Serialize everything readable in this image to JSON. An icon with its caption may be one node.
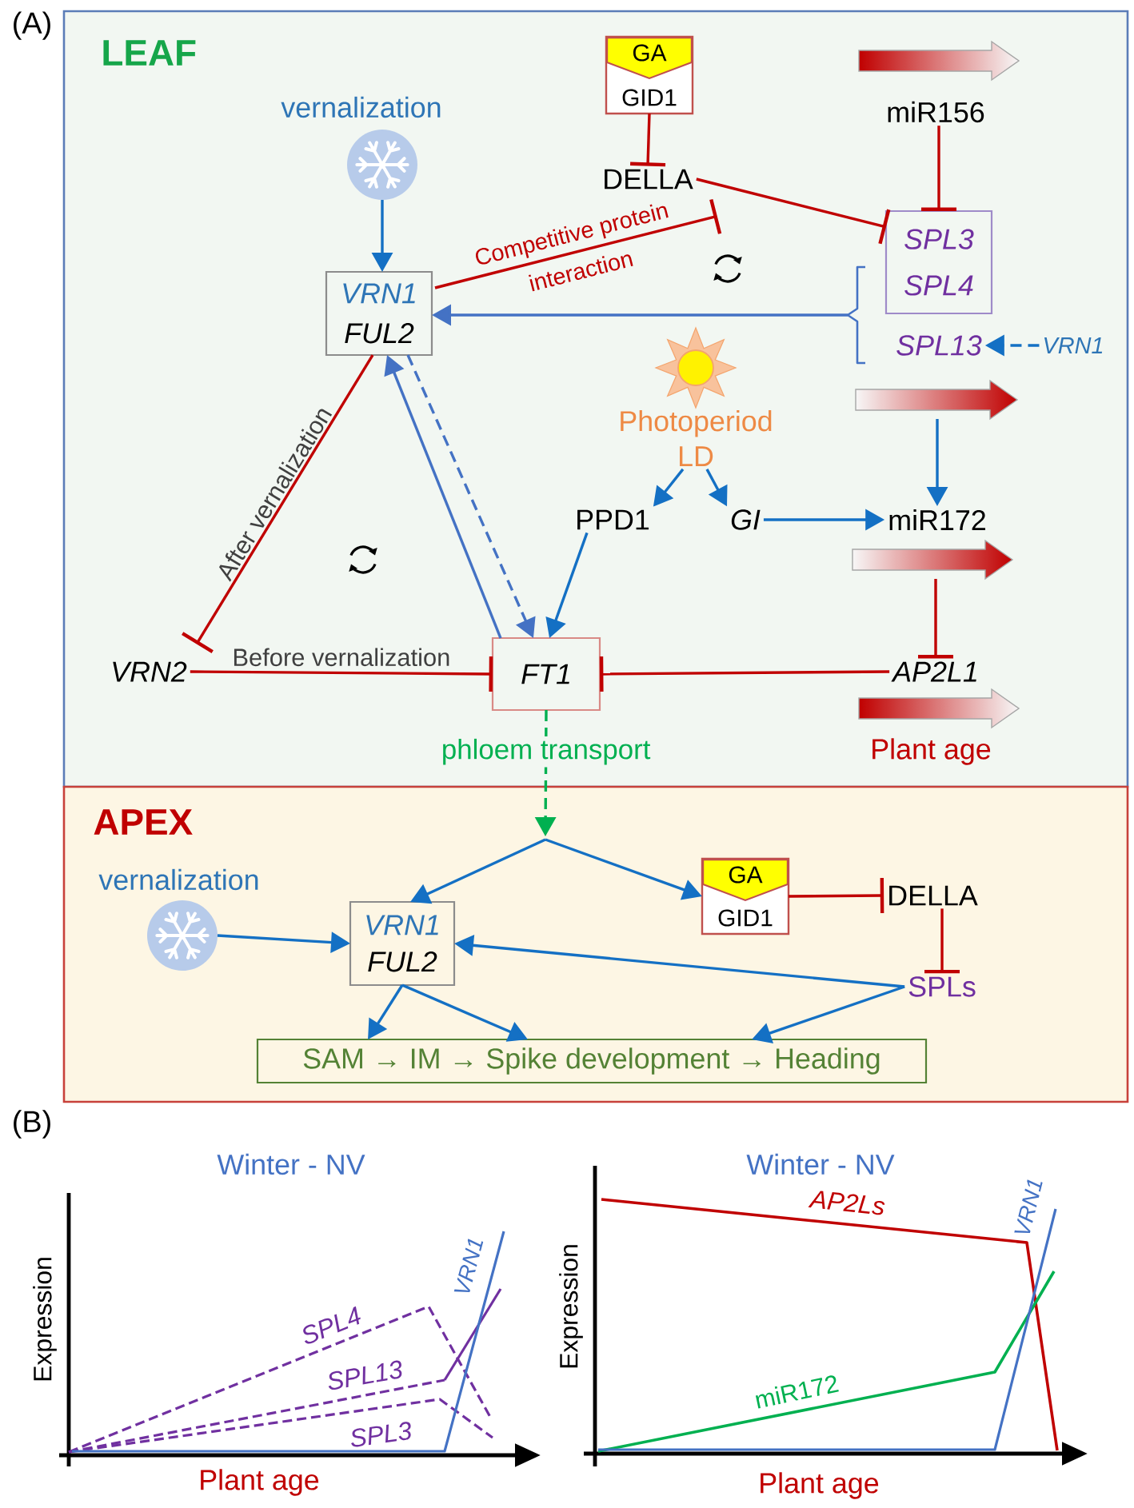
{
  "diagram": {
    "nodes": [
      {
        "text": [
          "LEAF"
        ]
      },
      {
        "text": [
          "GA",
          "GID1"
        ],
        "in": 0
      },
      {
        "text": [],
        "shape": "arrow",
        "in": 0
      },
      {
        "text": [
          "vernalization"
        ],
        "in": 0
      },
      {
        "text": [
          "miR156"
        ],
        "in": 0
      },
      {
        "text": [
          "DELLA"
        ],
        "in": 0
      },
      {
        "text": [
          "SPL3",
          "SPL4"
        ],
        "in": 0
      },
      {
        "text": [
          "VRN1",
          "FUL2"
        ],
        "in": 0
      },
      {
        "text": [
          "SPL13"
        ],
        "in": 0
      },
      {
        "text": [
          "VRN1"
        ],
        "in": 0
      },
      {
        "text": [
          "Photoperiod LD"
        ],
        "in": 0
      },
      {
        "text": [],
        "shape": "arrow",
        "in": 0
      },
      {
        "text": [
          "PPD1"
        ],
        "in": 0
      },
      {
        "text": [
          "GI"
        ],
        "in": 0
      },
      {
        "text": [
          "miR172"
        ],
        "in": 0
      },
      {
        "text": [],
        "shape": "arrow",
        "in": 0
      },
      {
        "text": [
          "VRN2"
        ],
        "in": 0
      },
      {
        "text": [
          "FT1"
        ],
        "in": 0
      },
      {
        "text": [
          "AP2L1"
        ],
        "in": 0
      },
      {
        "text": [],
        "shape": "arrow",
        "beside": [
          "Plant age"
        ],
        "in": 0
      },
      {
        "text": [
          "APEX"
        ]
      },
      {
        "text": [
          "vernalization"
        ],
        "in": 20
      },
      {
        "text": [
          "GA",
          "GID1"
        ],
        "in": 20
      },
      {
        "text": [
          "DELLA"
        ],
        "in": 20
      },
      {
        "text": [
          "VRN1",
          "FUL2"
        ],
        "in": 20
      },
      {
        "text": [
          "SPLs"
        ],
        "in": 20
      },
      {
        "text": [
          "SAM → IM → Spike development → Heading"
        ],
        "in": 20
      },
      {
        "text": [],
        "shape": "bracket",
        "in": 0
      }
    ],
    "edges": [
      {
        "from": 3,
        "to": 7,
        "arrow": "to"
      },
      {
        "from": 1,
        "to": 5,
        "arrow": "other",
        "color": "#c00000"
      },
      {
        "from": 5,
        "to": 6,
        "arrow": "other",
        "color": "#c00000"
      },
      {
        "from": 4,
        "to": 6,
        "arrow": "other",
        "color": "#c00000"
      },
      {
        "from": 7,
        "to": 5,
        "arrow": "other",
        "label": "Competitive protein interaction",
        "color": "#c00000"
      },
      {
        "from": 27,
        "to": 7,
        "arrow": "to",
        "color": "#4472c4"
      },
      {
        "from": 25,
        "to": 26,
        "arrow": "to"
      },
      {
        "from": 9,
        "to": 8,
        "arrow": "to",
        "style": "dashed"
      },
      {
        "from": 11,
        "to": 14,
        "arrow": "to"
      },
      {
        "from": 10,
        "to": 12,
        "arrow": "to"
      },
      {
        "from": 10,
        "to": 13,
        "arrow": "to"
      },
      {
        "from": 13,
        "to": 14,
        "arrow": "to"
      },
      {
        "from": 17,
        "to": 7,
        "arrow": "to",
        "color": "#4472c4"
      },
      {
        "from": 7,
        "to": 17,
        "arrow": "to",
        "style": "dashed",
        "color": "#4472c4"
      },
      {
        "from": 7,
        "to": 16,
        "arrow": "other",
        "label": "After vernalization",
        "color": "#c00000"
      },
      {
        "from": 12,
        "to": 17,
        "arrow": "to"
      },
      {
        "from": 15,
        "to": 18,
        "arrow": "other",
        "color": "#c00000"
      },
      {
        "from": 16,
        "to": 17,
        "arrow": "other",
        "label": "Before vernalization",
        "color": "#c00000"
      },
      {
        "from": 18,
        "to": 17,
        "arrow": "other",
        "color": "#c00000"
      },
      {
        "from": 17,
        "to": null,
        "arrow": "to",
        "label": "phloem transport",
        "style": "dashed",
        "color": "#00b050"
      },
      {
        "from": null,
        "to": 24,
        "arrow": "to"
      },
      {
        "from": null,
        "to": 22,
        "arrow": "to"
      },
      {
        "from": 21,
        "to": 24,
        "arrow": "to"
      },
      {
        "from": 22,
        "to": 23,
        "arrow": "other",
        "color": "#c00000"
      },
      {
        "from": 23,
        "to": 25,
        "arrow": "other",
        "color": "#c00000"
      },
      {
        "from": 25,
        "to": 24,
        "arrow": "to"
      },
      {
        "from": 24,
        "to": 26,
        "arrow": "to"
      },
      {
        "from": 24,
        "to": 26,
        "arrow": "to"
      }
    ],
    "labels": [
      "(A)",
      "(B)",
      "Winter - NV",
      "VRN1",
      "SPL4",
      "Expression",
      "SPL13",
      "SPL3",
      "Plant age",
      "Winter - NV",
      "AP2Ls",
      "VRN1",
      "Expression",
      "miR172",
      "Plant age"
    ]
  }
}
